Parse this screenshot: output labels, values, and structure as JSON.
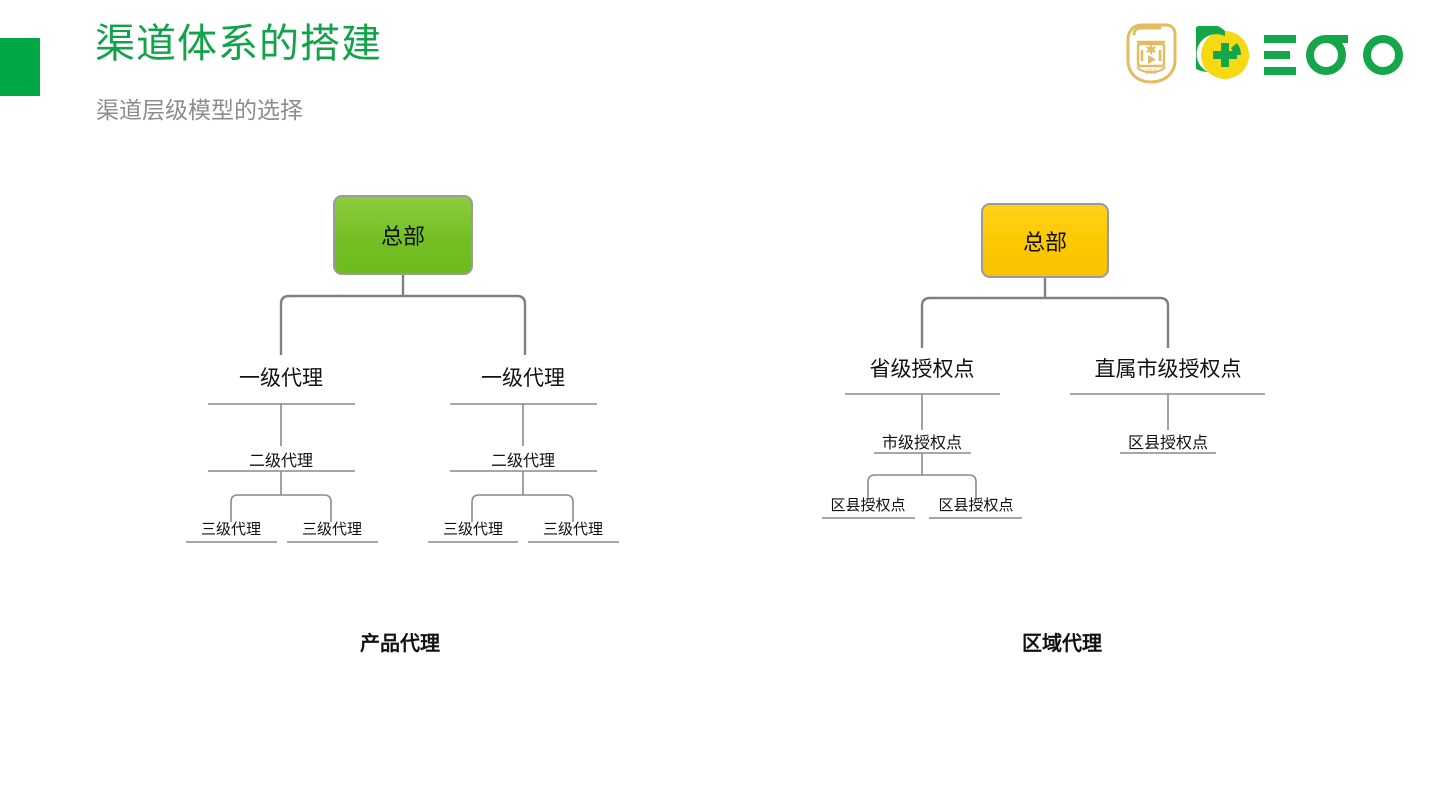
{
  "header": {
    "title": "渠道体系的搭建",
    "subtitle": "渠道层级模型的选择",
    "accent_color": "#00A945",
    "title_color": "#12A34A",
    "subtitle_color": "#8C8C8C"
  },
  "logos": {
    "shield_icon": "shield-emblem-icon",
    "brand_icon": "360-plus-circle-icon",
    "brand_text": "360",
    "brand_color": "#12A34A",
    "shield_color": "#E2BC5E",
    "circle_color": "#F5D913"
  },
  "diagrams": [
    {
      "id": "product-agency",
      "caption": "产品代理",
      "root": {
        "label": "总部",
        "fill": "#74C024",
        "border": "#9B9B9B"
      },
      "levels": [
        {
          "name": "level-1",
          "nodes": [
            "一级代理",
            "一级代理"
          ]
        },
        {
          "name": "level-2",
          "nodes": [
            "二级代理",
            "二级代理"
          ]
        },
        {
          "name": "level-3",
          "nodes": [
            "三级代理",
            "三级代理",
            "三级代理",
            "三级代理"
          ]
        }
      ]
    },
    {
      "id": "regional-agency",
      "caption": "区域代理",
      "root": {
        "label": "总部",
        "fill": "#FCC800",
        "border": "#9B9B9B"
      },
      "levels": [
        {
          "name": "level-1",
          "nodes": [
            "省级授权点",
            "直属市级授权点"
          ]
        },
        {
          "name": "level-2",
          "nodes": [
            "市级授权点",
            "区县授权点"
          ]
        },
        {
          "name": "level-3",
          "nodes": [
            "区县授权点",
            "区县授权点"
          ]
        }
      ]
    }
  ],
  "connector_color": "#808080",
  "underline_color": "#8A8A8A"
}
